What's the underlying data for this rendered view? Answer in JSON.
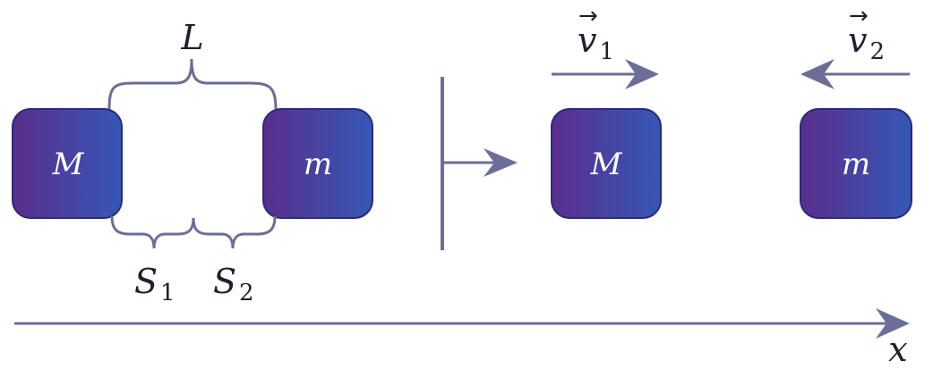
{
  "colors": {
    "line": "#6b6e96",
    "box_left": "#5a2e8c",
    "box_right": "#3557b6",
    "box_border": "#2c2a7a",
    "text": "#1f1f2e"
  },
  "left_scene": {
    "block_big": {
      "label": "M"
    },
    "block_small": {
      "label": "m"
    },
    "brace_top": {
      "label": "L"
    },
    "brace_s1": {
      "label": "S",
      "sub": "1"
    },
    "brace_s2": {
      "label": "S",
      "sub": "2"
    }
  },
  "right_scene": {
    "block_big": {
      "label": "M",
      "velocity": {
        "label": "v",
        "sub": "1",
        "vector_mark": "→"
      }
    },
    "block_small": {
      "label": "m",
      "velocity": {
        "label": "v",
        "sub": "2",
        "vector_mark": "→"
      }
    }
  },
  "axis": {
    "label": "x"
  }
}
